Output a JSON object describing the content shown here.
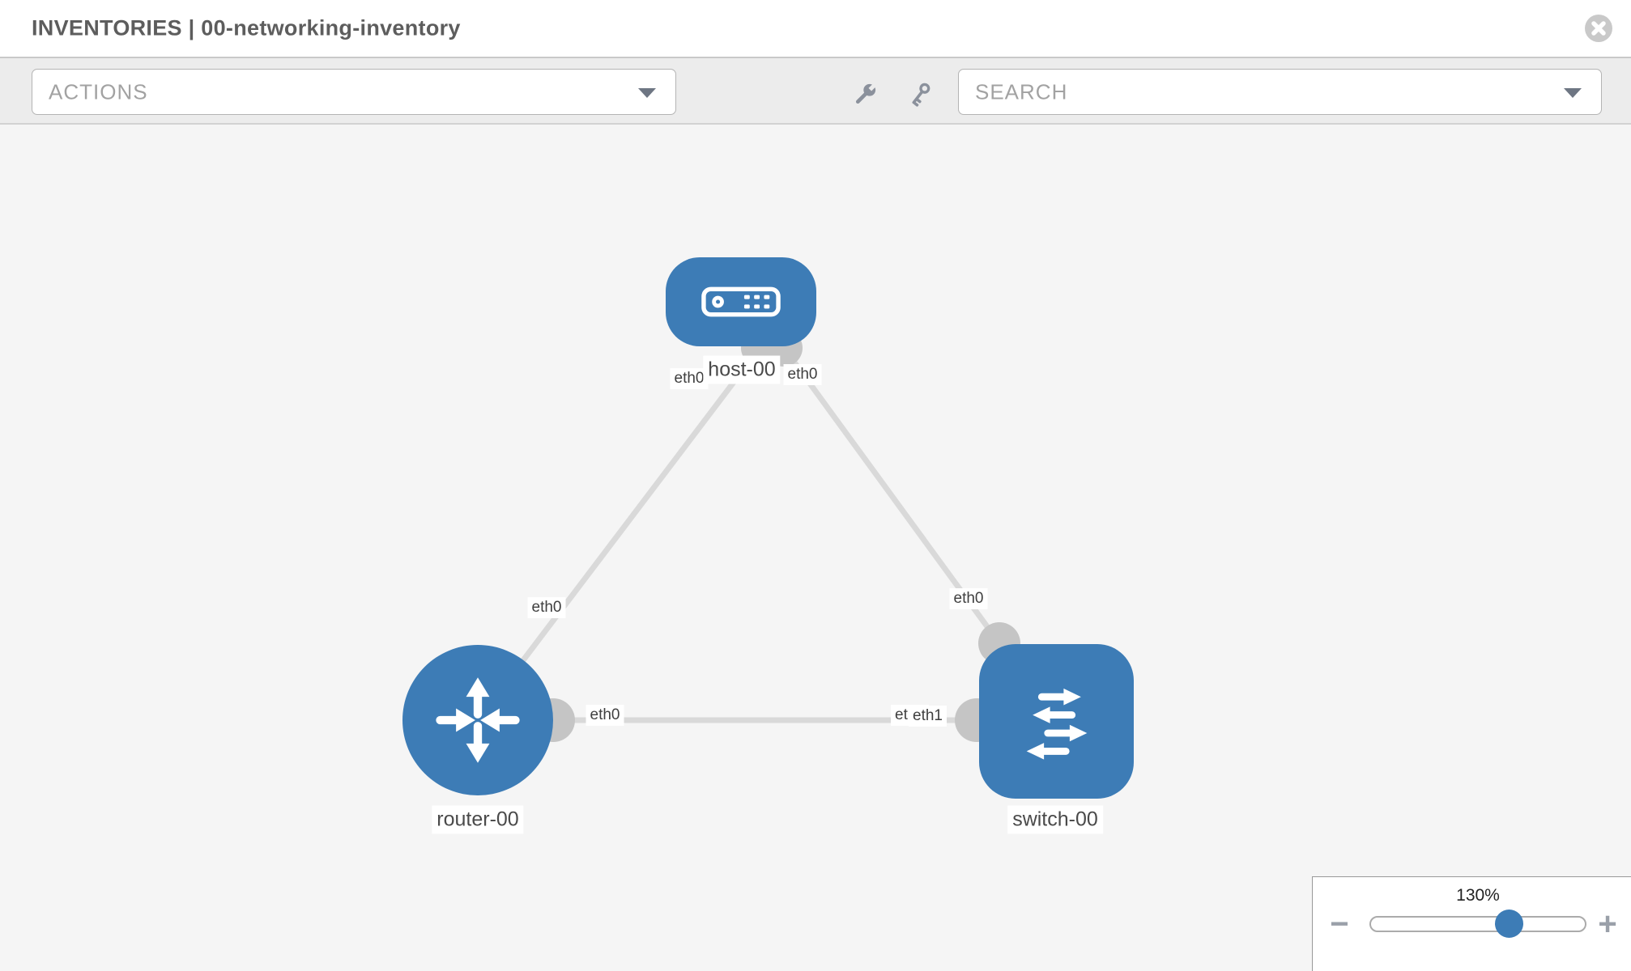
{
  "header": {
    "title": "INVENTORIES | 00-networking-inventory",
    "close_icon": "circle-x"
  },
  "toolbar": {
    "actions_placeholder": "ACTIONS",
    "search_placeholder": "SEARCH",
    "wrench_icon": "wrench",
    "key_icon": "key",
    "caret_icon": "chevron-down"
  },
  "topology": {
    "nodes": [
      {
        "label": "host-00",
        "type": "host",
        "icon": "host-device-icon",
        "shape": "rounded-rectangle",
        "color": "#3d7cb6"
      },
      {
        "label": "router-00",
        "type": "router",
        "icon": "router-arrows-icon",
        "shape": "circle",
        "color": "#3d7cb6"
      },
      {
        "label": "switch-00",
        "type": "switch",
        "icon": "switch-arrows-icon",
        "shape": "rounded-square",
        "color": "#3d7cb6"
      }
    ],
    "links": [
      {
        "source": "router-00",
        "source_interface": "eth0",
        "target": "host-00",
        "target_interface": "eth0"
      },
      {
        "source": "host-00",
        "source_interface": "eth0",
        "target": "switch-00",
        "target_interface": "eth0"
      },
      {
        "source": "router-00",
        "source_interface": "eth0",
        "target": "switch-00",
        "target_interface": "eth1"
      }
    ],
    "interface_labels": [
      {
        "text": "eth0",
        "node": "host-00",
        "toward": "router-00"
      },
      {
        "text": "eth0",
        "node": "host-00",
        "toward": "switch-00"
      },
      {
        "text": "eth0",
        "node": "router-00",
        "toward": "host-00"
      },
      {
        "text": "eth0",
        "node": "router-00",
        "toward": "switch-00"
      },
      {
        "text": "eth0",
        "node": "switch-00",
        "toward": "host-00"
      },
      {
        "text": "eth0",
        "node": "switch-00",
        "toward": "router-00",
        "note": "partially covered by eth1 label"
      },
      {
        "text": "eth1",
        "node": "switch-00",
        "toward": "router-00"
      }
    ],
    "colors": {
      "edge": "#d9d9d9",
      "connector": "#c5c5c5",
      "canvas_background": "#f5f5f5"
    }
  },
  "zoom_control": {
    "value": "130%",
    "minus_glyph": "−",
    "plus_glyph": "+",
    "zoom_out_icon": "minus",
    "zoom_in_icon": "plus",
    "thumb_color": "#3d7cb6"
  }
}
